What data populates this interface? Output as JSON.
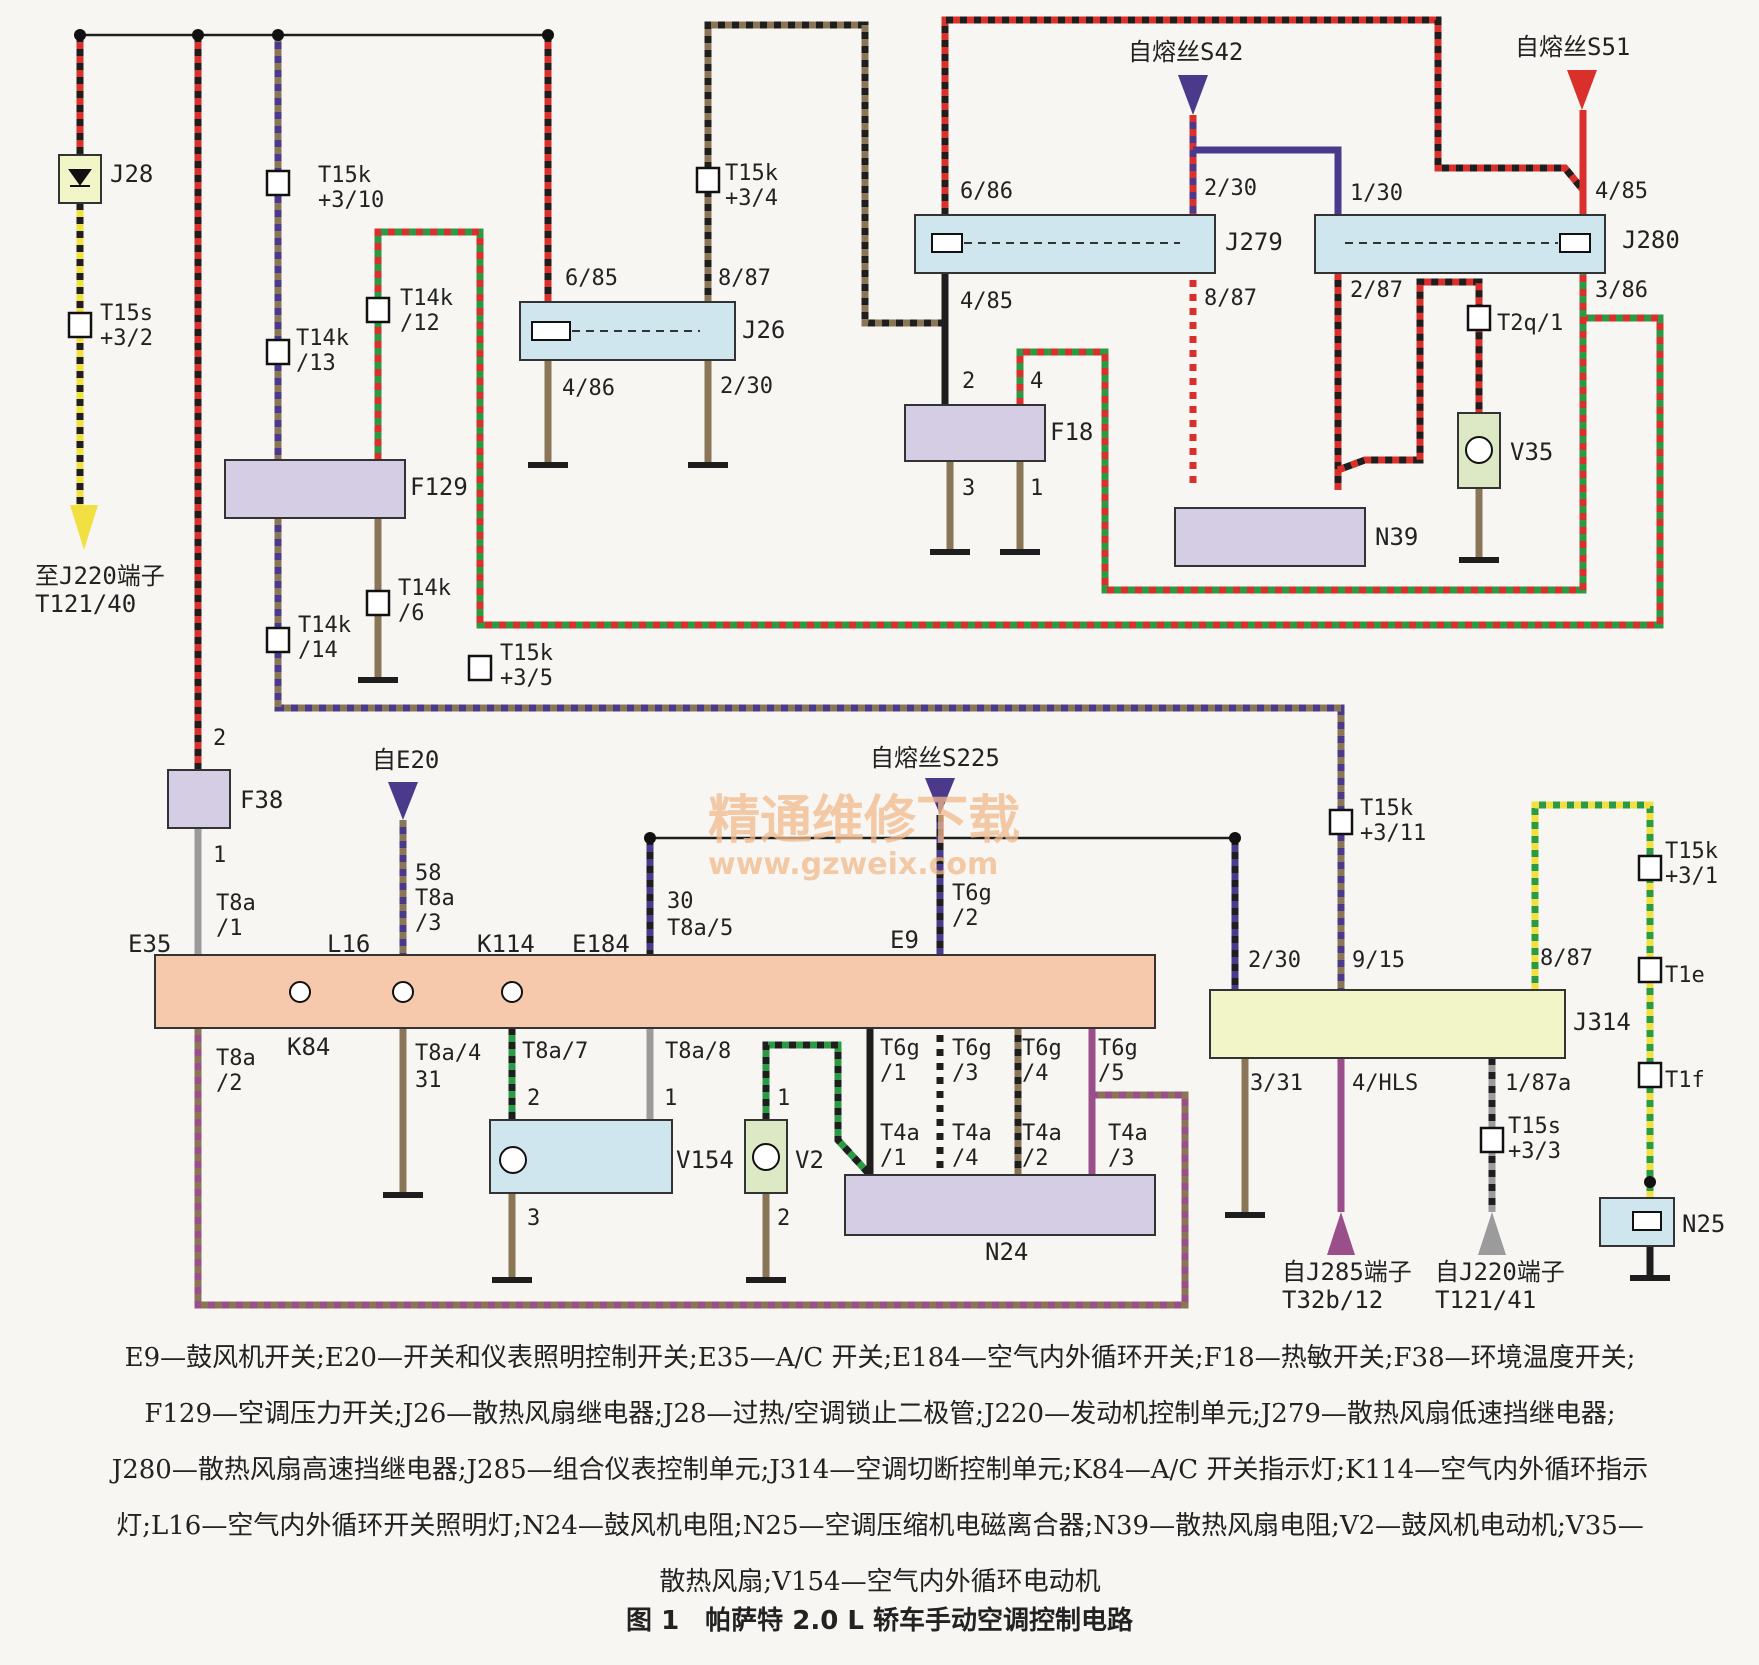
{
  "components": {
    "J28": "J28",
    "J26": "J26",
    "F129": "F129",
    "J279": "J279",
    "J280": "J280",
    "F18": "F18",
    "V35": "V35",
    "N39": "N39",
    "F38": "F38",
    "E35": "E35",
    "L16": "L16",
    "K114": "K114",
    "E184": "E184",
    "E9": "E9",
    "K84": "K84",
    "V154": "V154",
    "V2": "V2",
    "N24": "N24",
    "J314": "J314",
    "N25": "N25"
  },
  "sources": {
    "s42": "自熔丝S42",
    "s51": "自熔丝S51",
    "e20": "自E20",
    "s225": "自熔丝S225",
    "to_j220_a": "至J220端子",
    "to_j220_b": "T121/40",
    "from_j285_a": "自J285端子",
    "from_j285_b": "T32b/12",
    "from_j220_a": "自J220端子",
    "from_j220_b": "T121/41"
  },
  "connectors": {
    "c1": "T15s",
    "c1b": "+3/2",
    "c2": "T15k",
    "c2b": "+3/10",
    "c3": "T14k",
    "c3b": "/12",
    "c4": "T14k",
    "c4b": "/13",
    "c5": "T14k",
    "c5b": "/14",
    "c6": "T14k",
    "c6b": "/6",
    "c7": "T15k",
    "c7b": "+3/5",
    "c8": "T15k",
    "c8b": "+3/4",
    "c9": "T15k",
    "c9b": "+3/11",
    "c10": "T15k",
    "c10b": "+3/1",
    "c11": "T1e",
    "c12": "T1f",
    "c13": "T15s",
    "c13b": "+3/3",
    "c14": "T2q/1"
  },
  "pins": {
    "j26_a": "6/85",
    "j26_b": "8/87",
    "j26_c": "4/86",
    "j26_d": "2/30",
    "j279_a": "6/86",
    "j279_b": "2/30",
    "j279_c": "4/85",
    "j279_d": "8/87",
    "j280_a": "1/30",
    "j280_b": "4/85",
    "j280_c": "2/87",
    "j280_d": "3/86",
    "f18_a": "2",
    "f18_b": "4",
    "f18_c": "3",
    "f18_d": "1",
    "f38_a": "2",
    "f38_b": "1",
    "t8a_1": "T8a",
    "t8a_1b": "/1",
    "t8a_3a": "58",
    "t8a_3": "T8a",
    "t8a_3b": "/3",
    "t8a_5a": "30",
    "t8a_5": "T8a/5",
    "t6g_2": "T6g",
    "t6g_2b": "/2",
    "t8a_2": "T8a",
    "t8a_2b": "/2",
    "t8a_4": "T8a/4",
    "t8a_4b": "31",
    "t8a_7": "T8a/7",
    "t8a_8": "T8a/8",
    "v154_a": "2",
    "v154_b": "1",
    "v154_c": "3",
    "v2_a": "1",
    "v2_b": "2",
    "t6g_1": "T6g",
    "t6g_1b": "/1",
    "t6g_3": "T6g",
    "t6g_3b": "/3",
    "t6g_4": "T6g",
    "t6g_4b": "/4",
    "t6g_5": "T6g",
    "t6g_5b": "/5",
    "t4a_1": "T4a",
    "t4a_1b": "/1",
    "t4a_4": "T4a",
    "t4a_4b": "/4",
    "t4a_2": "T4a",
    "t4a_2b": "/2",
    "t4a_3": "T4a",
    "t4a_3b": "/3",
    "j314_a": "2/30",
    "j314_b": "9/15",
    "j314_c": "8/87",
    "j314_d": "3/31",
    "j314_e": "4/HLS",
    "j314_f": "1/87a"
  },
  "watermark": {
    "title": "精通维修下载",
    "url": "www.gzweix.com"
  },
  "legend": [
    "E9—鼓风机开关;E20—开关和仪表照明控制开关;E35—A/C 开关;E184—空气内外循环开关;F18—热敏开关;F38—环境温度开关;",
    "F129—空调压力开关;J26—散热风扇继电器;J28—过热/空调锁止二极管;J220—发动机控制单元;J279—散热风扇低速挡继电器;",
    "J280—散热风扇高速挡继电器;J285—组合仪表控制单元;J314—空调切断控制单元;K84—A/C 开关指示灯;K114—空气内外循环指示",
    "灯;L16—空气内外循环开关照明灯;N24—鼓风机电阻;N25—空调压缩机电磁离合器;N39—散热风扇电阻;V2—鼓风机电动机;V35—",
    "散热风扇;V154—空气内外循环电动机"
  ],
  "caption": "图 1　帕萨特 2.0 L 轿车手动空调控制电路",
  "colors": {
    "red": "#d9302b",
    "black": "#1e1e1e",
    "purple": "#4b3a8c",
    "brown": "#8a7657",
    "green": "#2c9a45",
    "yellow": "#f0e042",
    "gray": "#9b9b9b",
    "white": "#f7f6f2",
    "violet": "#9a4f8a",
    "box_blue": "#cfe6ee",
    "box_lav": "#d4cde3",
    "box_salmon": "#f6c8ac",
    "box_yellow": "#f2f5c8",
    "box_green": "#dde8c4"
  }
}
